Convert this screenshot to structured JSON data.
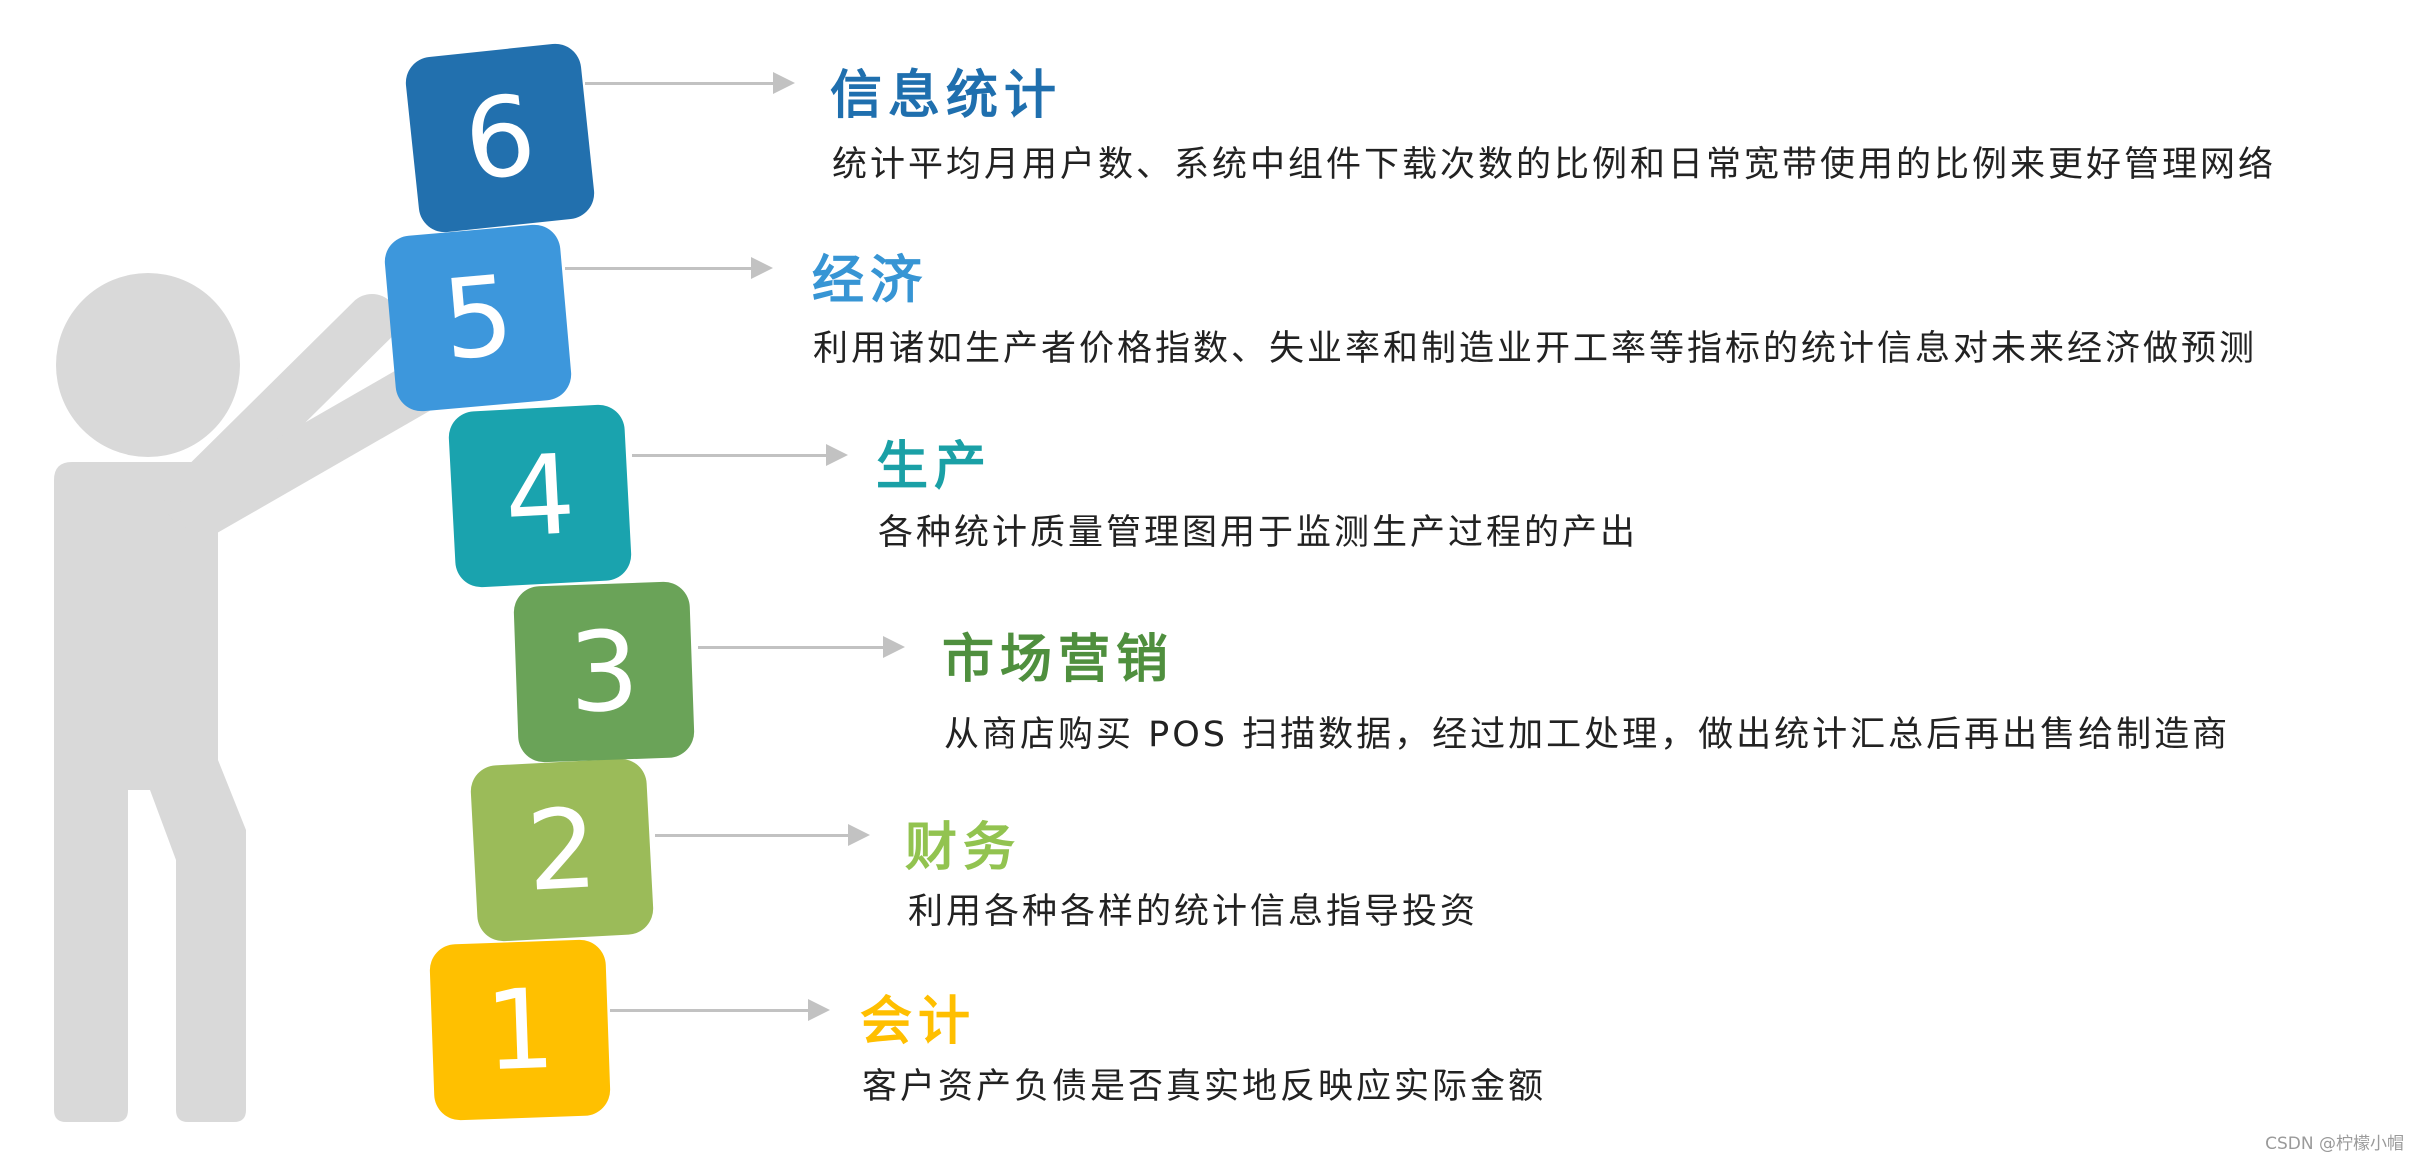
{
  "colors": {
    "figure": "#d9d9d9",
    "levels": [
      "#ffc000",
      "#9bbb59",
      "#6aa358",
      "#1aa3ae",
      "#3d97dc",
      "#2270ae"
    ],
    "title_colors": [
      "#ffbf00",
      "#92c350",
      "#4f8f3e",
      "#1aa0a6",
      "#3795d4",
      "#1f6fae"
    ]
  },
  "items": [
    {
      "number": "1",
      "title": "会计",
      "desc": "客户资产负债是否真实地反映应实际金额"
    },
    {
      "number": "2",
      "title": "财务",
      "desc": "利用各种各样的统计信息指导投资"
    },
    {
      "number": "3",
      "title": "市场营销",
      "desc": "从商店购买 POS 扫描数据，经过加工处理，做出统计汇总后再出售给制造商"
    },
    {
      "number": "4",
      "title": "生产",
      "desc": "各种统计质量管理图用于监测生产过程的产出"
    },
    {
      "number": "5",
      "title": "经济",
      "desc": "利用诸如生产者价格指数、失业率和制造业开工率等指标的统计信息对未来经济做预测"
    },
    {
      "number": "6",
      "title": "信息统计",
      "desc": "统计平均月用户数、系统中组件下载次数的比例和日常宽带使用的比例来更好管理网络"
    }
  ],
  "watermark": "CSDN @柠檬小帽"
}
